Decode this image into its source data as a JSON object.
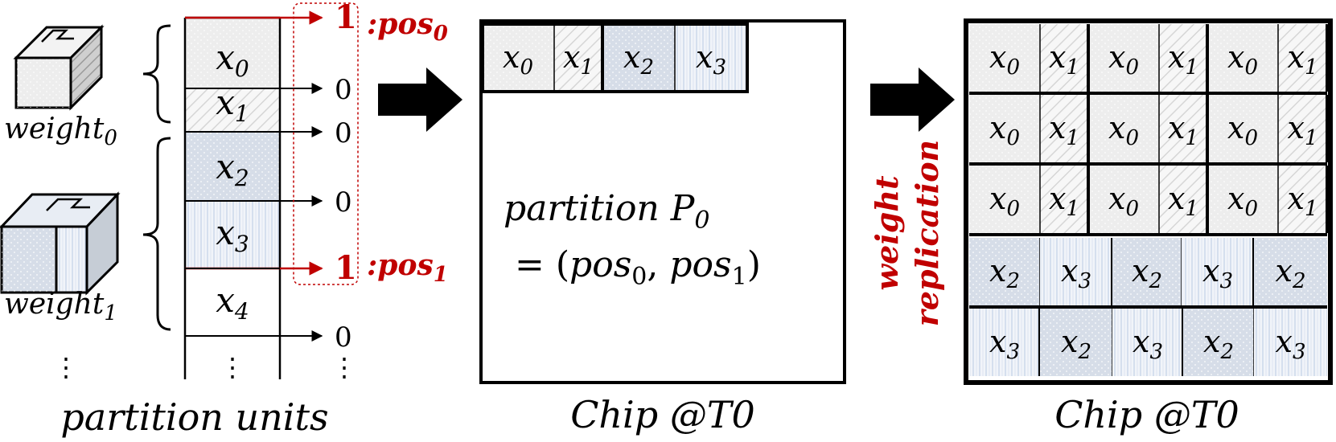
{
  "colors": {
    "gray_fill": "#ededed",
    "blue_fill": "#d6dde8",
    "red_accent": "#c00000",
    "stroke": "#000000"
  },
  "weights": [
    {
      "label": "weight",
      "sub": "0"
    },
    {
      "label": "weight",
      "sub": "1"
    }
  ],
  "units": [
    {
      "var": "x",
      "sub": "0",
      "bit": "1",
      "selected": true,
      "pos": "pos",
      "pos_sub": "0"
    },
    {
      "var": "x",
      "sub": "1",
      "bit": "0",
      "selected": false
    },
    {
      "var": "x",
      "sub": "2",
      "bit": "0",
      "selected": false
    },
    {
      "var": "x",
      "sub": "3",
      "bit": "0",
      "selected": false
    },
    {
      "var": "x",
      "sub": "4",
      "bit": "1",
      "selected": true,
      "pos": "pos",
      "pos_sub": "1"
    },
    {
      "bit": "0",
      "selected": false
    }
  ],
  "ellipsis": "⋮",
  "partition_units_label": "partition units",
  "chip_middle": {
    "caption": "Chip @T0",
    "cells": [
      {
        "var": "x",
        "sub": "0"
      },
      {
        "var": "x",
        "sub": "1"
      },
      {
        "var": "x",
        "sub": "2"
      },
      {
        "var": "x",
        "sub": "3"
      }
    ],
    "partition_line1": "partition",
    "partition_P": "P",
    "partition_P_sub": "0",
    "eq_prefix": "= (",
    "eq_pos_a": "pos",
    "eq_pos_a_sub": "0",
    "eq_sep": ",  ",
    "eq_pos_b": "pos",
    "eq_pos_b_sub": "1",
    "eq_suffix": ")"
  },
  "replication_label_line1": "weight",
  "replication_label_line2": "replication",
  "chip_right": {
    "caption": "Chip @T0",
    "gray_rows": [
      [
        "0",
        "1",
        "0",
        "1",
        "0",
        "1"
      ],
      [
        "0",
        "1",
        "0",
        "1",
        "0",
        "1"
      ],
      [
        "0",
        "1",
        "0",
        "1",
        "0",
        "1"
      ]
    ],
    "blue_row_1": [
      "2",
      "3",
      "2",
      "3",
      "2"
    ],
    "blue_row_2": [
      "3",
      "2",
      "3",
      "2",
      "3"
    ]
  }
}
